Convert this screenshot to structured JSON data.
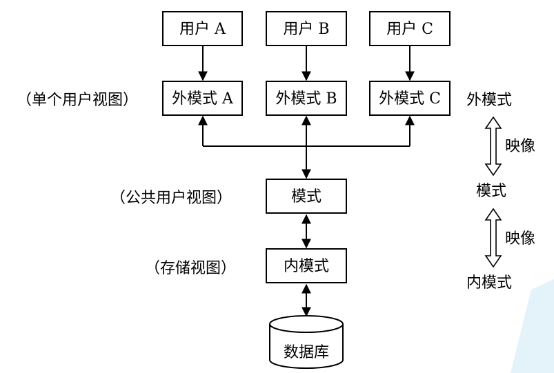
{
  "users": [
    "用户 A",
    "用户 B",
    "用户 C"
  ],
  "external_schemas": [
    "外模式 A",
    "外模式 B",
    "外模式 C"
  ],
  "conceptual_schema": "模式",
  "internal_schema": "内模式",
  "database": "数据库",
  "left_labels": {
    "single_user_view": "（单个用户视图）",
    "common_user_view": "（公共用户视图）",
    "storage_view": "（存储视图）"
  },
  "right_labels": {
    "external": "外模式",
    "mapping_1": "映像",
    "conceptual": "模式",
    "mapping_2": "映像",
    "internal": "内模式"
  }
}
